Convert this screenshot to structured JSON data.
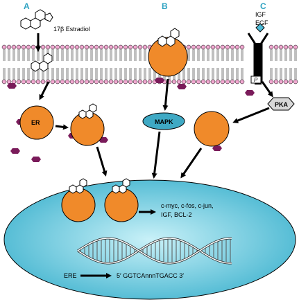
{
  "panels": {
    "a": "A",
    "b": "B",
    "c": "C"
  },
  "ligand": {
    "beta": "17β",
    "name": "Estradiol"
  },
  "growth_factors": {
    "igf": "IGF",
    "egf": "EGF"
  },
  "receptor": {
    "label": "ER"
  },
  "kinases": {
    "mapk": "MAPK",
    "pka": "PKA",
    "phospho": "P"
  },
  "target_genes": {
    "line1": "c-myc, c-fos, c-jun,",
    "line2": "IGF, BCL-2"
  },
  "response_element": {
    "label": "ERE",
    "sequence": "5′ GGTCAnnnTGACC 3′"
  },
  "colors": {
    "nucleus": "#6ecfe0",
    "receptor": "#f08a2a",
    "membrane_head": "#f0a8d0",
    "coactivator": "#7a1b5a",
    "pka": "#d8d8d8",
    "igf_ligand": "#4dbbd8"
  }
}
